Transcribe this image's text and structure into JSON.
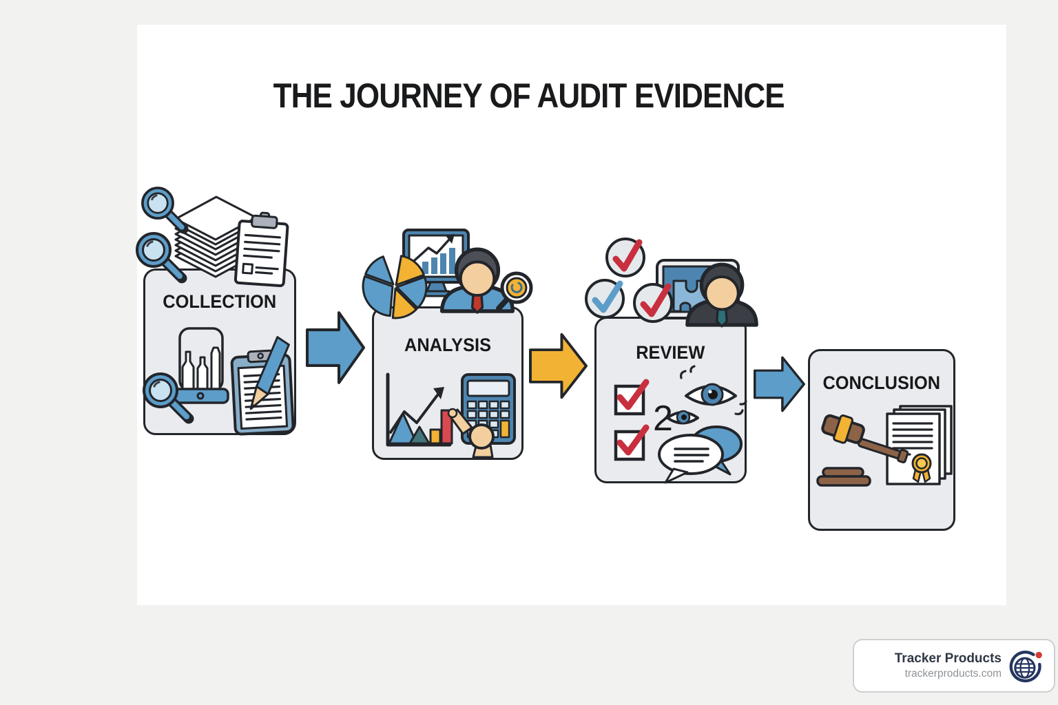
{
  "title": "THE JOURNEY OF AUDIT EVIDENCE",
  "stages": [
    {
      "label": "COLLECTION",
      "icons_top": [
        "magnifying-glass",
        "magnifying-glass",
        "document-stack",
        "clipboard-report"
      ],
      "icons_inner": [
        "magnifying-glass",
        "evidence-vials-rack",
        "clipboard-with-pencil"
      ]
    },
    {
      "label": "ANALYSIS",
      "icons_top": [
        "pie-chart",
        "monitor-bar-chart",
        "auditor-person",
        "coin-magnifier"
      ],
      "icons_inner": [
        "growth-chart",
        "calculator-with-hand"
      ]
    },
    {
      "label": "REVIEW",
      "annotation_number": "2",
      "icons_top": [
        "check-circle",
        "check-circle",
        "check-circle",
        "tablet-puzzle",
        "reviewer-person"
      ],
      "icons_inner": [
        "checkbox",
        "checkbox",
        "eyes",
        "speech-bubbles"
      ]
    },
    {
      "label": "CONCLUSION",
      "icons_inner": [
        "gavel",
        "certified-documents"
      ]
    }
  ],
  "arrows": [
    {
      "from": "COLLECTION",
      "to": "ANALYSIS",
      "color": "#5d9dc9"
    },
    {
      "from": "ANALYSIS",
      "to": "REVIEW",
      "color": "#f2b234"
    },
    {
      "from": "REVIEW",
      "to": "CONCLUSION",
      "color": "#5d9dc9"
    }
  ],
  "footer_badge": {
    "company": "Tracker Products",
    "website": "trackerproducts.com",
    "logo": "globe-swoosh-logo"
  },
  "colors": {
    "accent_blue": "#5d9dc9",
    "accent_yellow": "#f2b234",
    "accent_red": "#c8303f",
    "card_background": "#e9ebee",
    "outline": "#22252a",
    "page_background": "#f2f2f1",
    "content_background": "#ffffff"
  }
}
